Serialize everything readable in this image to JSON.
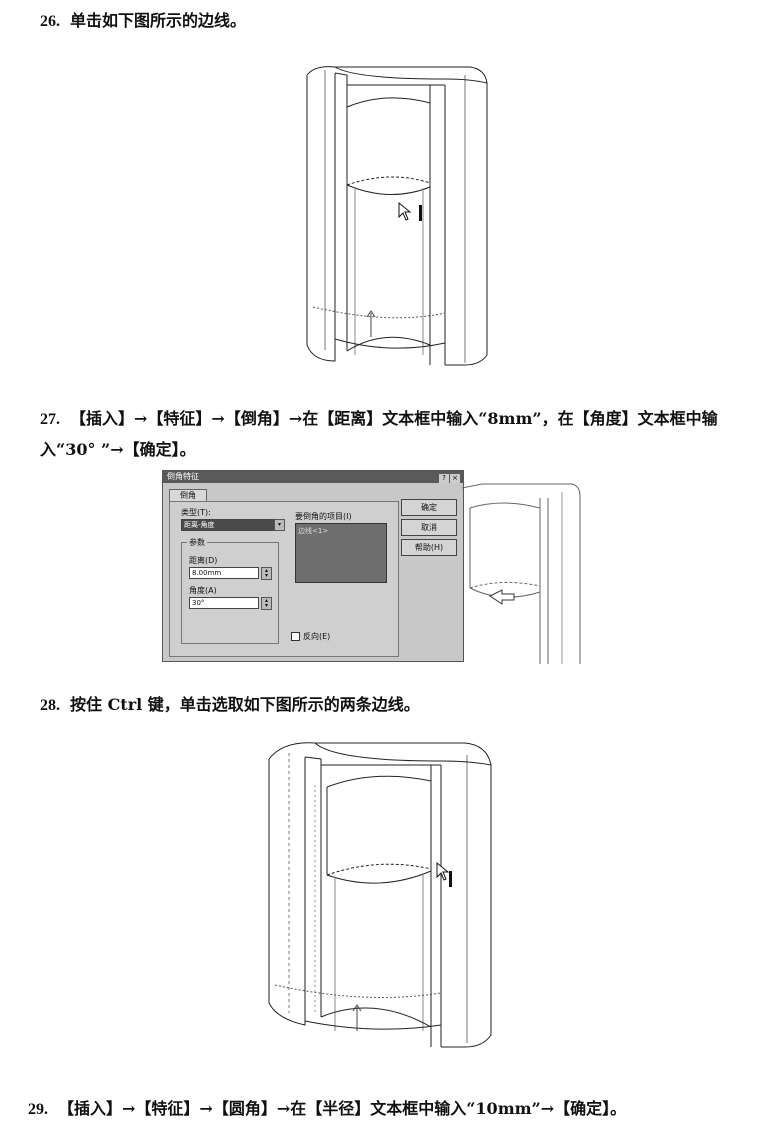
{
  "steps": [
    {
      "num": "26.",
      "text": "单击如下图所示的边线。"
    },
    {
      "num": "27.",
      "text": "【插入】→【特征】→【倒角】→在【距离】文本框中输入“8mm”，在【角度】文本框中输入“30° ”→【确定】。"
    },
    {
      "num": "28.",
      "text": "按住 Ctrl 键，单击选取如下图所示的两条边线。"
    },
    {
      "num": "29.",
      "text": "【插入】→【特征】→【圆角】→在【半径】文本框中输入“10mm”→【确定】。"
    }
  ],
  "dialog": {
    "title": "倒角特征",
    "title_buttons": [
      "?",
      "×"
    ],
    "tab": "倒角",
    "type_label": "类型(T):",
    "type_value": "距离-角度",
    "params_label": "参数",
    "distance_label": "距离(D)",
    "distance_value": "8.00mm",
    "angle_label": "角度(A)",
    "angle_value": "30°",
    "items_label": "要倒角的项目(I)",
    "items_list": "边线<1>",
    "ok_label": "确定",
    "cancel_label": "取消",
    "help_label": "帮助(H)",
    "reverse_label": "反向(E)"
  }
}
